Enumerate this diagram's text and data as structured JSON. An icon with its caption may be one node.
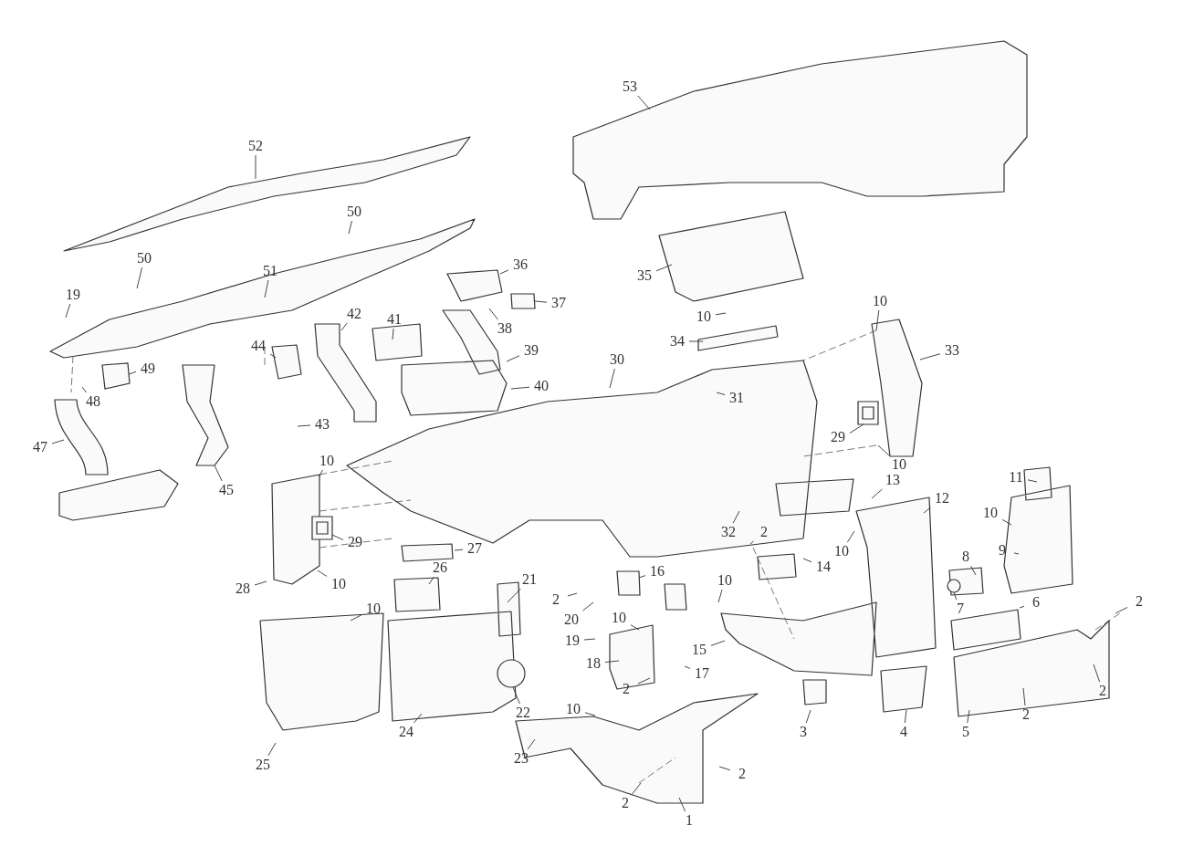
{
  "diagram": {
    "nodes": [
      {
        "text": [
          "53"
        ]
      },
      {
        "text": [
          "52"
        ]
      },
      {
        "text": [
          "50"
        ]
      },
      {
        "text": [
          "51"
        ]
      },
      {
        "text": [
          "50"
        ]
      },
      {
        "text": [
          "36"
        ]
      },
      {
        "text": [
          "35"
        ]
      },
      {
        "text": [
          "19"
        ]
      },
      {
        "text": [
          "37"
        ]
      },
      {
        "text": [
          "10"
        ]
      },
      {
        "text": [
          "10"
        ]
      },
      {
        "text": [
          "42"
        ]
      },
      {
        "text": [
          "41"
        ]
      },
      {
        "text": [
          "38"
        ]
      },
      {
        "text": [
          "44"
        ]
      },
      {
        "text": [
          "34"
        ]
      },
      {
        "text": [
          "33"
        ]
      },
      {
        "text": [
          "39"
        ]
      },
      {
        "text": [
          "49"
        ]
      },
      {
        "text": [
          "30"
        ]
      },
      {
        "text": [
          "40"
        ]
      },
      {
        "text": [
          "31"
        ]
      },
      {
        "text": [
          "48"
        ]
      },
      {
        "text": [
          "43"
        ]
      },
      {
        "text": [
          "47"
        ]
      },
      {
        "text": [
          "29"
        ]
      },
      {
        "text": [
          "10"
        ]
      },
      {
        "text": [
          "10"
        ]
      },
      {
        "text": [
          "45"
        ]
      },
      {
        "text": [
          "11"
        ]
      },
      {
        "text": [
          "13"
        ]
      },
      {
        "text": [
          "12"
        ]
      },
      {
        "text": [
          "10"
        ]
      },
      {
        "text": [
          "32"
        ]
      },
      {
        "text": [
          "2"
        ]
      },
      {
        "text": [
          "10"
        ]
      },
      {
        "text": [
          "9"
        ]
      },
      {
        "text": [
          "29"
        ]
      },
      {
        "text": [
          "27"
        ]
      },
      {
        "text": [
          "14"
        ]
      },
      {
        "text": [
          "26"
        ]
      },
      {
        "text": [
          "28"
        ]
      },
      {
        "text": [
          "10"
        ]
      },
      {
        "text": [
          "21"
        ]
      },
      {
        "text": [
          "16"
        ]
      },
      {
        "text": [
          "8"
        ]
      },
      {
        "text": [
          "10"
        ]
      },
      {
        "text": [
          "10"
        ]
      },
      {
        "text": [
          "6"
        ]
      },
      {
        "text": [
          "2"
        ]
      },
      {
        "text": [
          "7"
        ]
      },
      {
        "text": [
          "2"
        ]
      },
      {
        "text": [
          "10"
        ]
      },
      {
        "text": [
          "20"
        ]
      },
      {
        "text": [
          "15"
        ]
      },
      {
        "text": [
          "19"
        ]
      },
      {
        "text": [
          "18"
        ]
      },
      {
        "text": [
          "17"
        ]
      },
      {
        "text": [
          "2"
        ]
      },
      {
        "text": [
          "22"
        ]
      },
      {
        "text": [
          "2"
        ]
      },
      {
        "text": [
          "10"
        ]
      },
      {
        "text": [
          "3"
        ]
      },
      {
        "text": [
          "4"
        ]
      },
      {
        "text": [
          "5"
        ]
      },
      {
        "text": [
          "2"
        ]
      },
      {
        "text": [
          "2"
        ]
      },
      {
        "text": [
          "24"
        ]
      },
      {
        "text": [
          "25"
        ]
      },
      {
        "text": [
          "23"
        ]
      },
      {
        "text": [
          "2"
        ]
      },
      {
        "text": [
          "1"
        ]
      },
      {
        "text": [],
        "shape": "box"
      },
      {
        "text": [],
        "shape": "box"
      },
      {
        "text": [],
        "shape": "box"
      },
      {
        "text": [],
        "shape": "box"
      },
      {
        "text": [],
        "shape": "box"
      },
      {
        "text": [],
        "shape": "circle"
      },
      {
        "text": [],
        "shape": "circle"
      }
    ],
    "edges": [
      {
        "from": 0,
        "to": null,
        "arrow": "none"
      },
      {
        "from": 1,
        "to": null,
        "arrow": "none"
      },
      {
        "from": 2,
        "to": null,
        "arrow": "none"
      },
      {
        "from": 3,
        "to": null,
        "arrow": "none"
      },
      {
        "from": 4,
        "to": null,
        "arrow": "none"
      },
      {
        "from": 5,
        "to": null,
        "arrow": "none"
      },
      {
        "from": 6,
        "to": null,
        "arrow": "none"
      },
      {
        "from": 7,
        "to": null,
        "arrow": "none"
      },
      {
        "from": 8,
        "to": 72,
        "arrow": "none"
      },
      {
        "from": 9,
        "to": null,
        "arrow": "none"
      },
      {
        "from": 10,
        "to": null,
        "arrow": "none"
      },
      {
        "from": 11,
        "to": null,
        "arrow": "none"
      },
      {
        "from": 12,
        "to": null,
        "arrow": "none"
      },
      {
        "from": 13,
        "to": null,
        "arrow": "none"
      },
      {
        "from": 14,
        "to": null,
        "arrow": "none"
      },
      {
        "from": 15,
        "to": null,
        "arrow": "none"
      },
      {
        "from": 16,
        "to": null,
        "arrow": "none"
      },
      {
        "from": 17,
        "to": null,
        "arrow": "none"
      },
      {
        "from": 18,
        "to": 73,
        "arrow": "none"
      },
      {
        "from": 19,
        "to": null,
        "arrow": "none"
      },
      {
        "from": 20,
        "to": null,
        "arrow": "none"
      },
      {
        "from": 21,
        "to": null,
        "arrow": "none"
      },
      {
        "from": 22,
        "to": null,
        "arrow": "none"
      },
      {
        "from": 23,
        "to": null,
        "arrow": "none"
      },
      {
        "from": 24,
        "to": null,
        "arrow": "none"
      },
      {
        "from": 25,
        "to": 74,
        "arrow": "none"
      },
      {
        "from": 26,
        "to": null,
        "arrow": "none"
      },
      {
        "from": 27,
        "to": null,
        "arrow": "none"
      },
      {
        "from": 28,
        "to": null,
        "arrow": "none"
      },
      {
        "from": 29,
        "to": null,
        "arrow": "none"
      },
      {
        "from": 30,
        "to": null,
        "arrow": "none"
      },
      {
        "from": 31,
        "to": null,
        "arrow": "none"
      },
      {
        "from": 32,
        "to": null,
        "arrow": "none"
      },
      {
        "from": 33,
        "to": null,
        "arrow": "none"
      },
      {
        "from": 34,
        "to": null,
        "arrow": "none"
      },
      {
        "from": 35,
        "to": null,
        "arrow": "none"
      },
      {
        "from": 36,
        "to": null,
        "arrow": "none"
      },
      {
        "from": 37,
        "to": 75,
        "arrow": "none"
      },
      {
        "from": 38,
        "to": null,
        "arrow": "none"
      },
      {
        "from": 39,
        "to": null,
        "arrow": "none"
      },
      {
        "from": 40,
        "to": null,
        "arrow": "none"
      },
      {
        "from": 41,
        "to": null,
        "arrow": "none"
      },
      {
        "from": 42,
        "to": null,
        "arrow": "none"
      },
      {
        "from": 43,
        "to": null,
        "arrow": "none"
      },
      {
        "from": 44,
        "to": 76,
        "arrow": "none"
      },
      {
        "from": 45,
        "to": null,
        "arrow": "none"
      },
      {
        "from": 46,
        "to": null,
        "arrow": "none"
      },
      {
        "from": 47,
        "to": null,
        "arrow": "none"
      },
      {
        "from": 48,
        "to": null,
        "arrow": "none"
      },
      {
        "from": 49,
        "to": null,
        "arrow": "none"
      },
      {
        "from": 50,
        "to": 77,
        "arrow": "none"
      },
      {
        "from": 51,
        "to": null,
        "arrow": "none"
      },
      {
        "from": 52,
        "to": null,
        "arrow": "none"
      },
      {
        "from": 53,
        "to": null,
        "arrow": "none"
      },
      {
        "from": 54,
        "to": null,
        "arrow": "none"
      },
      {
        "from": 55,
        "to": null,
        "arrow": "none"
      },
      {
        "from": 56,
        "to": null,
        "arrow": "none"
      },
      {
        "from": 57,
        "to": null,
        "arrow": "none"
      },
      {
        "from": 58,
        "to": null,
        "arrow": "none"
      },
      {
        "from": 59,
        "to": 78,
        "arrow": "none"
      },
      {
        "from": 60,
        "to": null,
        "arrow": "none"
      },
      {
        "from": 61,
        "to": null,
        "arrow": "none"
      },
      {
        "from": 62,
        "to": null,
        "arrow": "none"
      },
      {
        "from": 63,
        "to": null,
        "arrow": "none"
      },
      {
        "from": 64,
        "to": null,
        "arrow": "none"
      },
      {
        "from": 65,
        "to": null,
        "arrow": "none"
      },
      {
        "from": 66,
        "to": null,
        "arrow": "none"
      },
      {
        "from": 67,
        "to": null,
        "arrow": "none"
      },
      {
        "from": 68,
        "to": null,
        "arrow": "none"
      },
      {
        "from": 69,
        "to": null,
        "arrow": "none"
      },
      {
        "from": 70,
        "to": null,
        "arrow": "none"
      },
      {
        "from": 71,
        "to": null,
        "arrow": "none"
      }
    ]
  }
}
